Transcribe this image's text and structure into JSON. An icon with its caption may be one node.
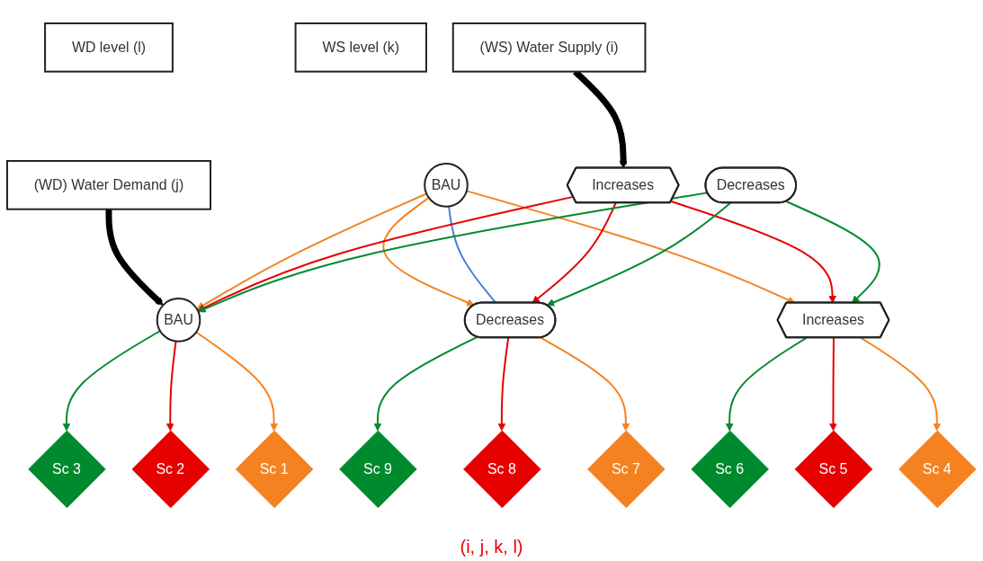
{
  "diagram": {
    "nodes": [
      {
        "text": [
          "(WD) Water Demand (j)"
        ]
      },
      {
        "text": [
          "WS level (k)"
        ]
      },
      {
        "text": [
          "WD level (l)"
        ]
      },
      {
        "text": [
          "BAU"
        ]
      },
      {
        "text": [
          "BAU"
        ]
      },
      {
        "text": [
          "Sc 1"
        ]
      },
      {
        "text": [
          "Sc 2"
        ]
      },
      {
        "text": [
          "Sc 3"
        ]
      },
      {
        "text": [
          "(WS) Water Supply (i)"
        ]
      },
      {
        "text": [
          "Increases"
        ]
      },
      {
        "text": [
          "Increases"
        ]
      },
      {
        "text": [
          "Sc 4"
        ]
      },
      {
        "text": [
          "Sc 5"
        ]
      },
      {
        "text": [
          "Sc 6"
        ]
      },
      {
        "text": [
          "Decreases"
        ]
      },
      {
        "text": [
          "Decreases"
        ]
      },
      {
        "text": [
          "Sc 7"
        ]
      },
      {
        "text": [
          "Sc 8"
        ]
      },
      {
        "text": [
          "Sc 9"
        ]
      }
    ],
    "edges": [
      {
        "from": 0,
        "to": 4,
        "arrow": "to",
        "style": "thick",
        "color": "#000000"
      },
      {
        "from": 8,
        "to": 9,
        "arrow": "to",
        "style": "thick",
        "color": "#000000"
      },
      {
        "from": 3,
        "to": 4,
        "arrow": "to",
        "color": "#f58220"
      },
      {
        "from": 3,
        "to": 10,
        "arrow": "to",
        "color": "#f58220"
      },
      {
        "from": 3,
        "to": 15,
        "arrow": "to",
        "color": "#f58220"
      },
      {
        "from": 3,
        "to": 15,
        "arrow": "none",
        "color": "#4a7fd4"
      },
      {
        "from": 9,
        "to": 4,
        "arrow": "to",
        "color": "#e60000"
      },
      {
        "from": 9,
        "to": 10,
        "arrow": "to",
        "color": "#e60000"
      },
      {
        "from": 9,
        "to": 15,
        "arrow": "to",
        "color": "#e60000"
      },
      {
        "from": 14,
        "to": 4,
        "arrow": "to",
        "color": "#008a2e"
      },
      {
        "from": 14,
        "to": 10,
        "arrow": "to",
        "color": "#008a2e"
      },
      {
        "from": 14,
        "to": 15,
        "arrow": "to",
        "color": "#008a2e"
      },
      {
        "from": 4,
        "to": 5,
        "arrow": "to",
        "color": "#f58220"
      },
      {
        "from": 4,
        "to": 6,
        "arrow": "to",
        "color": "#e60000"
      },
      {
        "from": 4,
        "to": 7,
        "arrow": "to",
        "color": "#008a2e"
      },
      {
        "from": 10,
        "to": 11,
        "arrow": "to",
        "color": "#f58220"
      },
      {
        "from": 10,
        "to": 12,
        "arrow": "to",
        "color": "#e60000"
      },
      {
        "from": 10,
        "to": 13,
        "arrow": "to",
        "color": "#008a2e"
      },
      {
        "from": 15,
        "to": 16,
        "arrow": "to",
        "color": "#f58220"
      },
      {
        "from": 15,
        "to": 17,
        "arrow": "to",
        "color": "#e60000"
      },
      {
        "from": 15,
        "to": 18,
        "arrow": "to",
        "color": "#008a2e"
      }
    ],
    "labels": [
      "(i, j, k, l)"
    ]
  }
}
